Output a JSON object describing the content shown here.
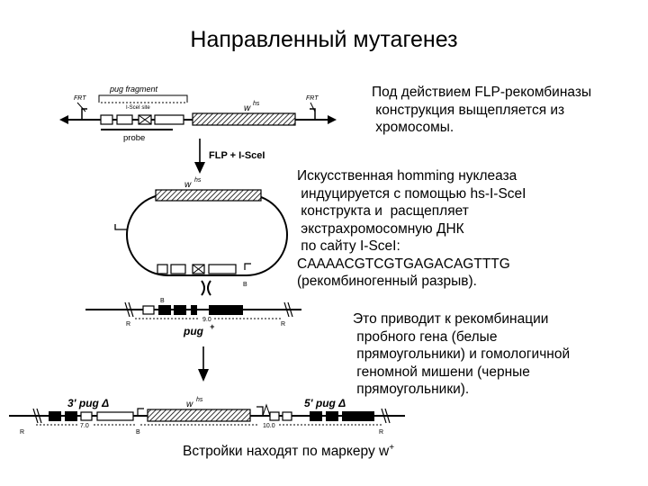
{
  "title": "Направленный мутагенез",
  "texts": {
    "flp_note": "Под действием FLP-рекомбиназы\n конструкция выщепляется из\n хромосомы.",
    "homing_note": "Искусственная homming нуклеаза\n индуцируется с помощью hs-I-SceI\n конструкта и  расщепляет\n экстрахромосомную ДНК\n по сайту I-SceI:\nCAAAACGTCGTGAGACAGTTTG\n(рекомбиногенный разрыв).",
    "recomb_note": "Это приводит к рекомбинации\n пробного гена (белые\n прямоугольники) и гомологичной\n геномной мишени (черные\n прямоугольники).",
    "marker_note": "Встройки находят по маркеру w",
    "marker_sup": "+"
  },
  "diagram": {
    "frt": "FRT",
    "pug_fragment": "pug fragment",
    "isce_site": "I-SceI site",
    "probe": "probe",
    "w": "w",
    "hs": "hs",
    "flp_iscei": "FLP + I-SceI",
    "b": "B",
    "r": "R",
    "size_9": "9.0",
    "size_7": "7.0",
    "size_10": "10.0",
    "pug_plus": "pug",
    "plus": "+",
    "pug3": "3' pug Δ",
    "pug5": "5' pug Δ"
  }
}
